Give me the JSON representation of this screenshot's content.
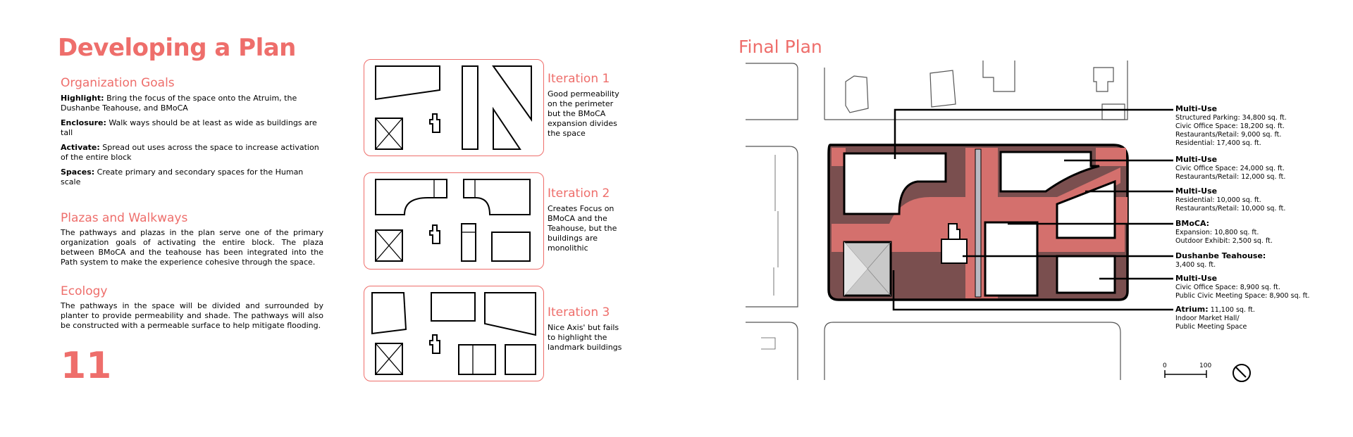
{
  "left": {
    "title": "Developing a Plan",
    "sections": {
      "org": {
        "heading": "Organization Goals",
        "items": [
          {
            "label": "Highlight:",
            "text": " Bring the focus of the space onto the Atruim, the Dushanbe Teahouse, and BMoCA"
          },
          {
            "label": "Enclosure:",
            "text": " Walk ways should be at least as wide as buildings are tall"
          },
          {
            "label": "Activate:",
            "text": " Spread out uses across the space to increase activation of the entire block"
          },
          {
            "label": "Spaces:",
            "text": " Create primary and secondary spaces for the Human scale"
          }
        ]
      },
      "plazas": {
        "heading": "Plazas and Walkways",
        "text": "The pathways and plazas in the plan serve one of the primary organization goals of activating the entire block. The plaza between BMoCA and the teahouse has been integrated into the Path system to make the experience cohesive through the space."
      },
      "ecology": {
        "heading": "Ecology",
        "text": "The pathways in the space will be divided and surrounded by planter to provide permeability and shade. The pathways will also be constructed with a permeable surface to help mitigate flooding."
      }
    },
    "page_number": "11"
  },
  "iterations": [
    {
      "title": "Iteration 1",
      "text": "Good permeability on the perimeter but the BMoCA expansion divides the space"
    },
    {
      "title": "Iteration 2",
      "text": "Creates Focus on BMoCA and the Teahouse, but the buildings are monolithic"
    },
    {
      "title": "Iteration 3",
      "text": "Nice Axis' but fails to highlight the landmark buildings"
    }
  ],
  "final": {
    "title": "Final Plan",
    "legend": [
      {
        "head": "Multi-Use",
        "lines": [
          "Structured Parking: 34,800 sq. ft.",
          "Civic Office Space: 18,200 sq. ft.",
          "Restaurants/Retail: 9,000 sq. ft.",
          "Residential: 17,400 sq. ft."
        ]
      },
      {
        "head": "Multi-Use",
        "lines": [
          "Civic Office Space: 24,000 sq. ft.",
          "Restaurants/Retail: 12,000 sq. ft."
        ]
      },
      {
        "head": "Multi-Use",
        "lines": [
          "Residential: 10,000 sq. ft.",
          "Restaurants/Retail: 10,000 sq. ft."
        ]
      },
      {
        "head": "BMoCA:",
        "lines": [
          "Expansion: 10,800 sq. ft.",
          "Outdoor Exhibit: 2,500 sq. ft."
        ]
      },
      {
        "head": "Dushanbe Teahouse:",
        "lines": [
          "3,400 sq. ft."
        ]
      },
      {
        "head": "Multi-Use",
        "lines": [
          "Civic Office Space: 8,900 sq. ft.",
          "Public Civic Meeting Space: 8,900 sq. ft."
        ]
      },
      {
        "head": "Atrium:",
        "inline": " 11,100 sq. ft.",
        "lines": [
          "Indoor Market Hall/",
          "Public Meeting Space"
        ]
      }
    ],
    "scale": {
      "min": "0",
      "max": "100"
    }
  },
  "colors": {
    "accent": "#ee6e6b",
    "path": "#d4706d",
    "dark": "#7a4f4f"
  }
}
